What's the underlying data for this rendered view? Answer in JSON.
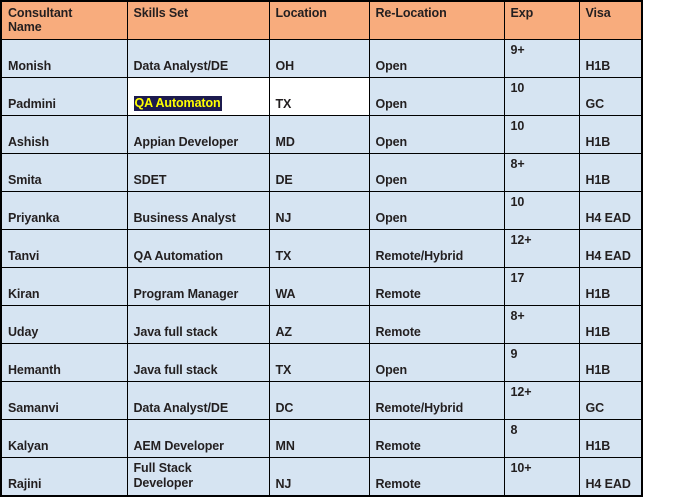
{
  "table": {
    "name": "consultant-hotlist-table",
    "columns": [
      {
        "key": "consultant_name",
        "label": "Consultant\nName"
      },
      {
        "key": "skills_set",
        "label": "Skills Set"
      },
      {
        "key": "location",
        "label": "Location"
      },
      {
        "key": "relocation",
        "label": "Re-Location"
      },
      {
        "key": "exp",
        "label": "Exp"
      },
      {
        "key": "visa",
        "label": "Visa"
      }
    ],
    "header": {
      "consultant_name_line1": "Consultant",
      "consultant_name_line2": "Name",
      "skills_set": "Skills Set",
      "location": "Location",
      "relocation": "Re-Location",
      "exp": "Exp",
      "visa": "Visa"
    },
    "rows": [
      {
        "consultant_name": "Monish",
        "skills_set": "Data Analyst/DE",
        "location": "OH",
        "relocation": "Open",
        "exp": "9+",
        "visa": "H1B"
      },
      {
        "consultant_name": "Padmini",
        "skills_set": "QA Automaton",
        "location": "TX",
        "relocation": "Open",
        "exp": "10",
        "visa": "GC"
      },
      {
        "consultant_name": "Ashish",
        "skills_set": "Appian Developer",
        "location": "MD",
        "relocation": "Open",
        "exp": "10",
        "visa": "H1B"
      },
      {
        "consultant_name": "Smita",
        "skills_set": "SDET",
        "location": "DE",
        "relocation": "Open",
        "exp": "8+",
        "visa": "H1B"
      },
      {
        "consultant_name": "Priyanka",
        "skills_set": "Business Analyst",
        "location": "NJ",
        "relocation": "Open",
        "exp": "10",
        "visa": "H4 EAD"
      },
      {
        "consultant_name": "Tanvi",
        "skills_set": "QA Automation",
        "location": "TX",
        "relocation": "Remote/Hybrid",
        "exp": "12+",
        "visa": "H4 EAD"
      },
      {
        "consultant_name": "Kiran",
        "skills_set": "Program Manager",
        "location": "WA",
        "relocation": "Remote",
        "exp": "17",
        "visa": "H1B"
      },
      {
        "consultant_name": "Uday",
        "skills_set": "Java full stack",
        "location": "AZ",
        "relocation": "Remote",
        "exp": "8+",
        "visa": "H1B"
      },
      {
        "consultant_name": "Hemanth",
        "skills_set": "Java full stack",
        "location": "TX",
        "relocation": "Open",
        "exp": "9",
        "visa": "H1B"
      },
      {
        "consultant_name": "Samanvi",
        "skills_set": "Data Analyst/DE",
        "location": "DC",
        "relocation": "Remote/Hybrid",
        "exp": "12+",
        "visa": "GC"
      },
      {
        "consultant_name": "Kalyan",
        "skills_set": "AEM Developer",
        "location": "MN",
        "relocation": "Remote",
        "exp": "8",
        "visa": "H1B"
      },
      {
        "consultant_name": "Rajini",
        "skills_set_line1": "Full Stack",
        "skills_set_line2": "Developer",
        "skills_set": "Full Stack Developer",
        "location": "NJ",
        "relocation": "Remote",
        "exp": "10+",
        "visa": "H4 EAD"
      }
    ]
  },
  "colors": {
    "header_background": "#F8AC7D",
    "row_background": "#D6E4F2",
    "white_cell_background": "#FFFFFF",
    "grid_line": "#000000",
    "text": "#231F20",
    "highlight_background": "#1C1A4E",
    "highlight_text": "#FFFF00"
  },
  "highlight": {
    "cell": "row-2-skills-set",
    "text": "QA Automaton"
  }
}
